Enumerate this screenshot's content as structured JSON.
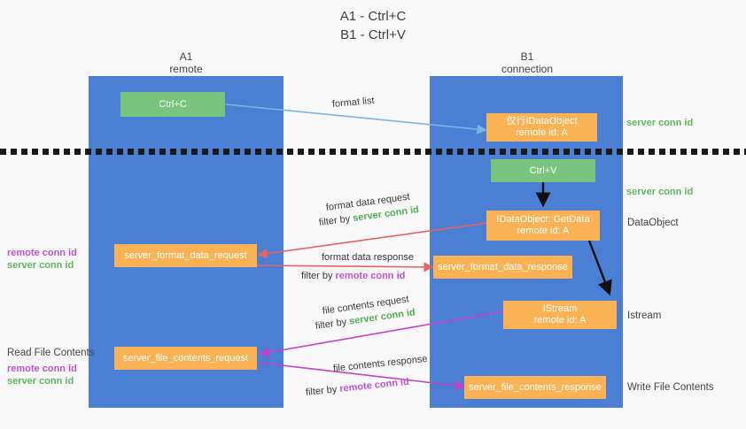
{
  "title": "A1 - Ctrl+C\nB1 - Ctrl+V",
  "columns": {
    "left": {
      "name": "A1",
      "role": "remote",
      "header": "A1\nremote"
    },
    "right": {
      "name": "B1",
      "role": "connection",
      "header": "B1\nconnection"
    }
  },
  "colors": {
    "lane_blue": "#4a7fd4",
    "box_green": "#7ac47f",
    "box_orange": "#fbb254",
    "server_conn_green": "#5cb85c",
    "remote_conn_purple": "#c050d8",
    "arrow_blue": "#7fb2e5",
    "arrow_red": "#e8635f",
    "arrow_magenta": "#c640c8",
    "arrow_black": "#111111",
    "background": "#f8f8f8"
  },
  "boxes": {
    "ctrl_c": "Ctrl+C",
    "ctrl_v": "Ctrl+V",
    "idataobject_top": "仅行IDataObject\nremote id: A",
    "idataobject_getdata": "IDataObject::GetData\nremote id: A",
    "istream": "IStream\nremote id: A",
    "server_format_data_request": "server_format_data_request",
    "server_format_data_response": "server_format_data_response",
    "server_file_contents_request": "server_file_contents_request",
    "server_file_contents_response": "server_file_contents_response"
  },
  "right_labels": {
    "server_conn_id_1": "server conn id",
    "server_conn_id_2": "server conn id",
    "dataobject": "DataObject",
    "istream": "Istream",
    "write_file_contents": "Write File Contents"
  },
  "left_labels": {
    "remote_conn_id_1": "remote conn id",
    "server_conn_id_1": "server conn id",
    "read_file_contents": "Read File Contents",
    "remote_conn_id_2": "remote conn id",
    "server_conn_id_2": "server conn id"
  },
  "captions": {
    "format_list": "format list",
    "format_data_request": "format data request",
    "filter_by_server_1_prefix": "filter by ",
    "filter_by_server_1_value": "server conn id",
    "format_data_response": "format data response",
    "filter_by_remote_1_prefix": "filter by ",
    "filter_by_remote_1_value": "remote conn id",
    "file_contents_request": "file contents request",
    "filter_by_server_2_prefix": "filter by ",
    "filter_by_server_2_value": "server conn id",
    "file_contents_response": "file contents response",
    "filter_by_remote_2_prefix": "filter by ",
    "filter_by_remote_2_value": "remote conn id"
  }
}
